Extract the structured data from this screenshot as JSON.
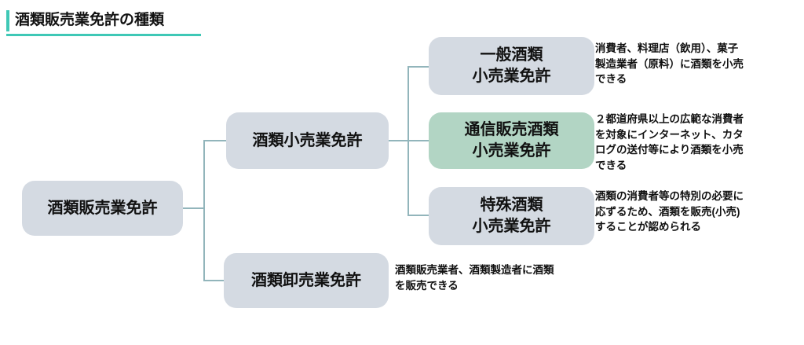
{
  "title": {
    "text": "酒類販売業免許の種類"
  },
  "colors": {
    "accent": "#3fc8b6",
    "box_gray": "#d4dae2",
    "box_green": "#b2d5c4",
    "connector": "#92b5bb",
    "text": "#111111",
    "background": "#ffffff"
  },
  "tree": {
    "root": {
      "label": "酒類販売業免許"
    },
    "level2": [
      {
        "label": "酒類小売業免許"
      },
      {
        "label": "酒類卸売業免許",
        "description": "酒類販売業者、酒類製造者に酒類\nを販売できる"
      }
    ],
    "level3": [
      {
        "label": "一般酒類\n小売業免許",
        "highlight": false,
        "description": "消費者、料理店（飲用）、菓子\n製造業者（原料）に酒類を小売\nできる"
      },
      {
        "label": "通信販売酒類\n小売業免許",
        "highlight": true,
        "description": "２都道府県以上の広範な消費者\nを対象にインターネット、カタ\nログの送付等により酒類を小売\nできる"
      },
      {
        "label": "特殊酒類\n小売業免許",
        "highlight": false,
        "description": "酒類の消費者等の特別の必要に\n応ずるため、酒類を販売(小売)\nすることが認められる"
      }
    ]
  }
}
